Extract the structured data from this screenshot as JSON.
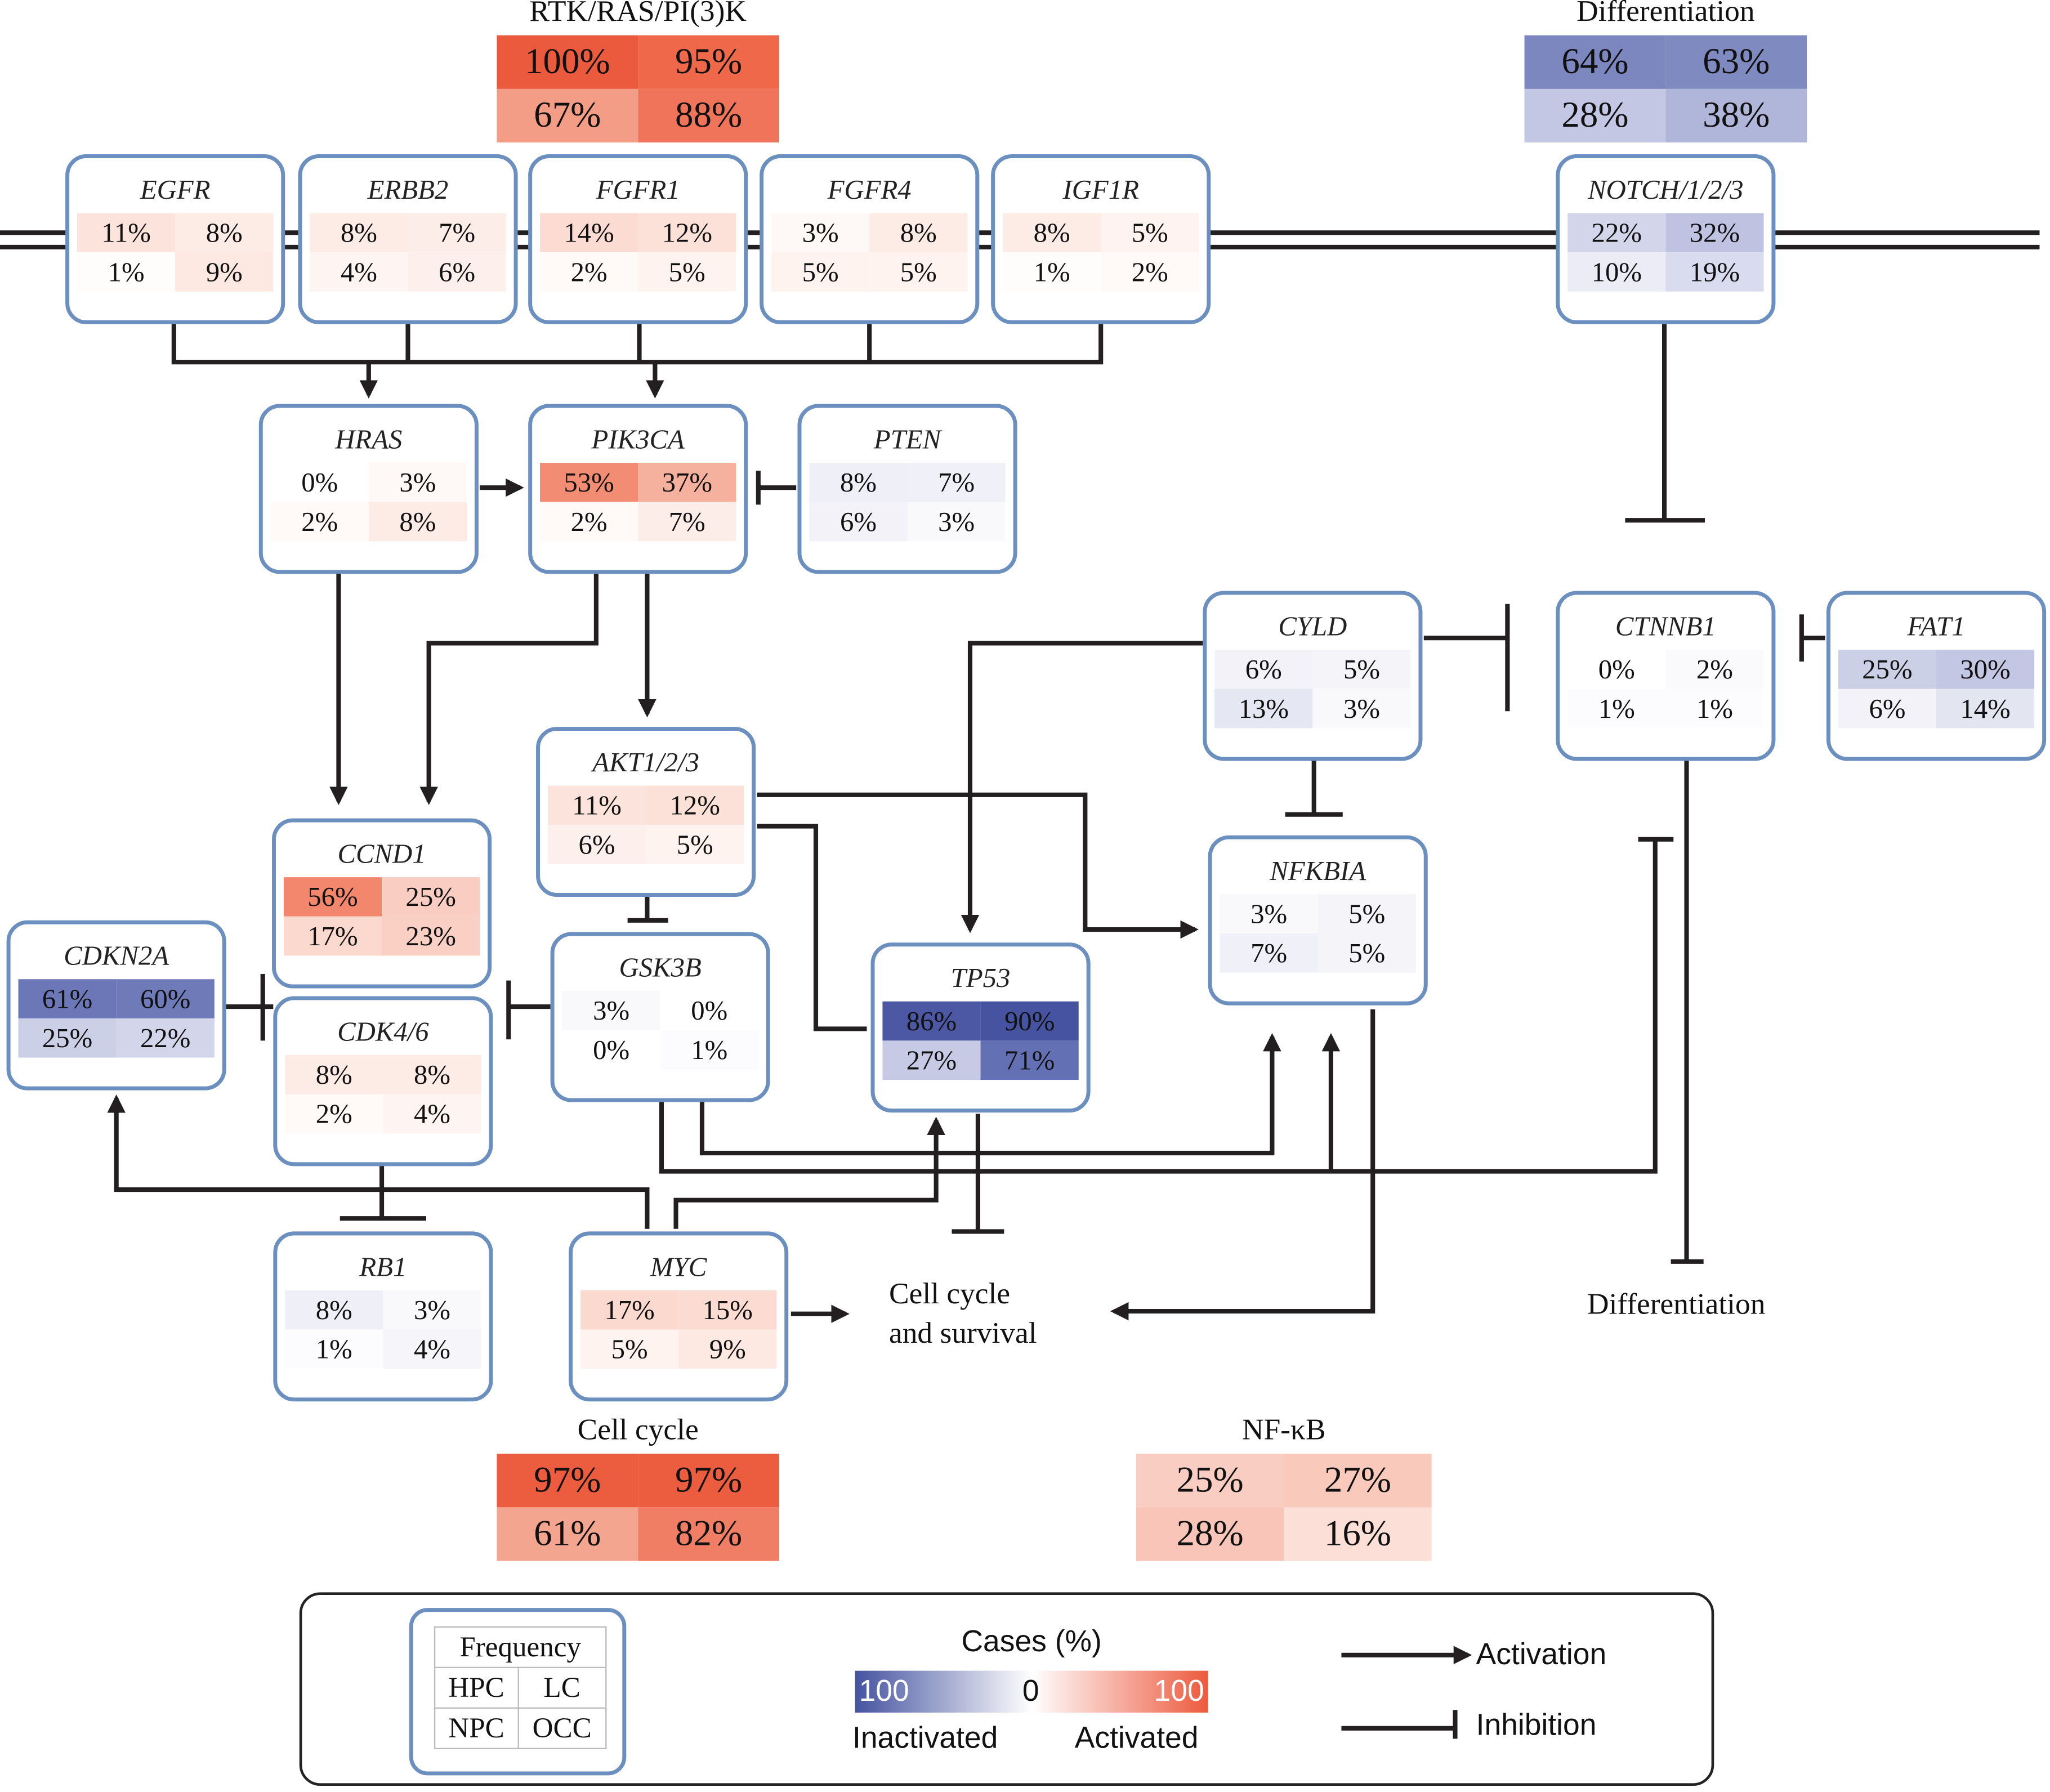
{
  "modules": {
    "rtk": {
      "title": "RTK/RAS/PI(3)K",
      "values": [
        "100%",
        "95%",
        "67%",
        "88%"
      ],
      "colors": [
        "#ec5a3d",
        "#ee6849",
        "#f39d86",
        "#ef7459"
      ]
    },
    "diff": {
      "title": "Differentiation",
      "values": [
        "64%",
        "63%",
        "28%",
        "38%"
      ],
      "colors": [
        "#7d87bf",
        "#7f8ac0",
        "#c3c7e3",
        "#b0b5da"
      ]
    },
    "cellcycle": {
      "title": "Cell cycle",
      "values": [
        "97%",
        "97%",
        "61%",
        "82%"
      ],
      "colors": [
        "#ec5c3f",
        "#ec5c3f",
        "#f4a58f",
        "#f07e64"
      ]
    },
    "nfkb": {
      "title": "NF-κB",
      "values": [
        "25%",
        "27%",
        "28%",
        "16%"
      ],
      "colors": [
        "#f9cdc1",
        "#f9c9bc",
        "#f8c5b8",
        "#fcdfd7"
      ]
    }
  },
  "genes": {
    "egfr": {
      "name": "EGFR",
      "values": [
        "11%",
        "8%",
        "1%",
        "9%"
      ],
      "colors": [
        "#fce3dc",
        "#fdebe6",
        "#fffdfc",
        "#fde8e2"
      ]
    },
    "erbb2": {
      "name": "ERBB2",
      "values": [
        "8%",
        "7%",
        "4%",
        "6%"
      ],
      "colors": [
        "#fdebe6",
        "#fdede8",
        "#fef5f2",
        "#fdf0ec"
      ]
    },
    "fgfr1": {
      "name": "FGFR1",
      "values": [
        "14%",
        "12%",
        "2%",
        "5%"
      ],
      "colors": [
        "#fcdbd2",
        "#fce1d9",
        "#fffaf8",
        "#fef3ef"
      ]
    },
    "fgfr4": {
      "name": "FGFR4",
      "values": [
        "3%",
        "8%",
        "5%",
        "5%"
      ],
      "colors": [
        "#fef8f6",
        "#fdebe6",
        "#fef3ef",
        "#fef3ef"
      ]
    },
    "igf1r": {
      "name": "IGF1R",
      "values": [
        "8%",
        "5%",
        "1%",
        "2%"
      ],
      "colors": [
        "#fdebe6",
        "#fef3ef",
        "#fffdfc",
        "#fffaf8"
      ]
    },
    "notch": {
      "name": "NOTCH/1/2/3",
      "values": [
        "22%",
        "32%",
        "10%",
        "19%"
      ],
      "colors": [
        "#d3d6ea",
        "#bfc3e1",
        "#ebecf5",
        "#d9dbee"
      ]
    },
    "hras": {
      "name": "HRAS",
      "values": [
        "0%",
        "3%",
        "2%",
        "8%"
      ],
      "colors": [
        "#ffffff",
        "#fef8f6",
        "#fffaf8",
        "#fdebe6"
      ]
    },
    "pik3ca": {
      "name": "PIK3CA",
      "values": [
        "53%",
        "37%",
        "2%",
        "7%"
      ],
      "colors": [
        "#f28c73",
        "#f6b09e",
        "#fffaf8",
        "#fdede8"
      ]
    },
    "pten": {
      "name": "PTEN",
      "values": [
        "8%",
        "7%",
        "6%",
        "3%"
      ],
      "colors": [
        "#eeeff7",
        "#f0f1f8",
        "#f2f2f8",
        "#f9f9fc"
      ]
    },
    "cyld": {
      "name": "CYLD",
      "values": [
        "6%",
        "5%",
        "13%",
        "3%"
      ],
      "colors": [
        "#f2f2f8",
        "#f4f4f9",
        "#e5e7f2",
        "#f9f9fc"
      ]
    },
    "ctnnb1": {
      "name": "CTNNB1",
      "values": [
        "0%",
        "2%",
        "1%",
        "1%"
      ],
      "colors": [
        "#ffffff",
        "#fafafd",
        "#fcfcfe",
        "#fcfcfe"
      ]
    },
    "fat1": {
      "name": "FAT1",
      "values": [
        "25%",
        "30%",
        "6%",
        "14%"
      ],
      "colors": [
        "#ccd0e7",
        "#c3c7e3",
        "#f2f2f8",
        "#e3e5f1"
      ]
    },
    "akt": {
      "name": "AKT1/2/3",
      "values": [
        "11%",
        "12%",
        "6%",
        "5%"
      ],
      "colors": [
        "#fce3dc",
        "#fce1d9",
        "#fdf0ec",
        "#fef3ef"
      ]
    },
    "ccnd1": {
      "name": "CCND1",
      "values": [
        "56%",
        "25%",
        "17%",
        "23%"
      ],
      "colors": [
        "#f2876d",
        "#f9cdc1",
        "#fcd9cf",
        "#fad0c5"
      ]
    },
    "cdkn2a": {
      "name": "CDKN2A",
      "values": [
        "61%",
        "60%",
        "25%",
        "22%"
      ],
      "colors": [
        "#6c77b8",
        "#6f7ab9",
        "#ccd0e7",
        "#d3d6ea"
      ]
    },
    "gsk3b": {
      "name": "GSK3B",
      "values": [
        "3%",
        "0%",
        "0%",
        "1%"
      ],
      "colors": [
        "#f9f9fc",
        "#ffffff",
        "#ffffff",
        "#fcfcfe"
      ]
    },
    "cdk46": {
      "name": "CDK4/6",
      "values": [
        "8%",
        "8%",
        "2%",
        "4%"
      ],
      "colors": [
        "#fdebe6",
        "#fdebe6",
        "#fffaf8",
        "#fef5f2"
      ]
    },
    "tp53": {
      "name": "TP53",
      "values": [
        "86%",
        "90%",
        "27%",
        "71%"
      ],
      "colors": [
        "#4c58a3",
        "#4553a0",
        "#c6cae4",
        "#6470b4"
      ]
    },
    "nfkbia": {
      "name": "NFKBIA",
      "values": [
        "3%",
        "5%",
        "7%",
        "5%"
      ],
      "colors": [
        "#f9f9fc",
        "#f4f4f9",
        "#f0f1f8",
        "#f4f4f9"
      ]
    },
    "rb1": {
      "name": "RB1",
      "values": [
        "8%",
        "3%",
        "1%",
        "4%"
      ],
      "colors": [
        "#eeeff7",
        "#f9f9fc",
        "#fcfcfe",
        "#f6f6fa"
      ]
    },
    "myc": {
      "name": "MYC",
      "values": [
        "17%",
        "15%",
        "5%",
        "9%"
      ],
      "colors": [
        "#fcd9cf",
        "#fcdbd2",
        "#fef3ef",
        "#fde8e2"
      ]
    }
  },
  "labels": {
    "cell_cycle_survival": "Cell cycle\nand survival",
    "differentiation_out": "Differentiation"
  },
  "legend": {
    "frequency_header": "Frequency",
    "frequency_cells": [
      "HPC",
      "LC",
      "NPC",
      "OCC"
    ],
    "cases_title": "Cases (%)",
    "scale_left": "100",
    "scale_mid": "0",
    "scale_right": "100",
    "inactivated": "Inactivated",
    "activated": "Activated",
    "activation": "Activation",
    "inhibition": "Inhibition",
    "colors": {
      "inactivated": "#4553a0",
      "activated": "#ed5a3e"
    }
  }
}
